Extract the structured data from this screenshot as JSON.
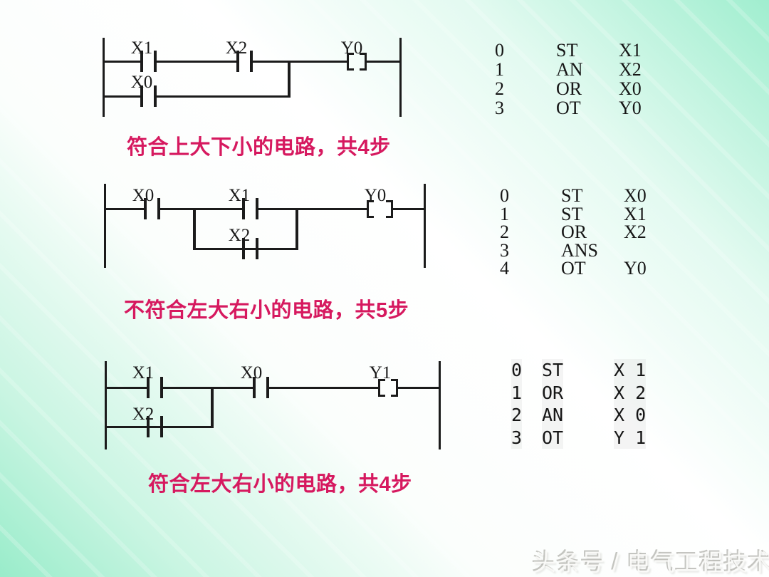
{
  "sections": [
    {
      "caption": "符合上大下小的电路，共4步",
      "ladder": {
        "c1": "X1",
        "c2": "X2",
        "branch": "X0",
        "coil": "Y0"
      },
      "instructions": [
        {
          "step": "0",
          "op": "ST",
          "operand": "X1"
        },
        {
          "step": "1",
          "op": "AN",
          "operand": "X2"
        },
        {
          "step": "2",
          "op": "OR",
          "operand": "X0"
        },
        {
          "step": "3",
          "op": "OT",
          "operand": "Y0"
        }
      ]
    },
    {
      "caption": "不符合左大右小的电路，共5步",
      "ladder": {
        "c1": "X0",
        "c2": "X1",
        "branch": "X2",
        "coil": "Y0"
      },
      "instructions": [
        {
          "step": "0",
          "op": "ST",
          "operand": "X0"
        },
        {
          "step": "1",
          "op": "ST",
          "operand": "X1"
        },
        {
          "step": "2",
          "op": "OR",
          "operand": "X2"
        },
        {
          "step": "3",
          "op": "ANS",
          "operand": ""
        },
        {
          "step": "4",
          "op": "OT",
          "operand": "Y0"
        }
      ]
    },
    {
      "caption": "符合左大右小的电路，共4步",
      "ladder": {
        "c1": "X1",
        "c2": "X0",
        "branch": "X2",
        "coil": "Y1"
      },
      "instructions": [
        {
          "step": "0",
          "op": "ST",
          "operand": "X 1"
        },
        {
          "step": "1",
          "op": "OR",
          "operand": "X 2"
        },
        {
          "step": "2",
          "op": "AN",
          "operand": "X 0"
        },
        {
          "step": "3",
          "op": "OT",
          "operand": "Y 1"
        }
      ]
    }
  ],
  "watermark": "头条号 / 电气工程技术",
  "colors": {
    "caption": "#d6195f",
    "line": "#1b1b1b",
    "bg_green": "#a0eecf"
  }
}
